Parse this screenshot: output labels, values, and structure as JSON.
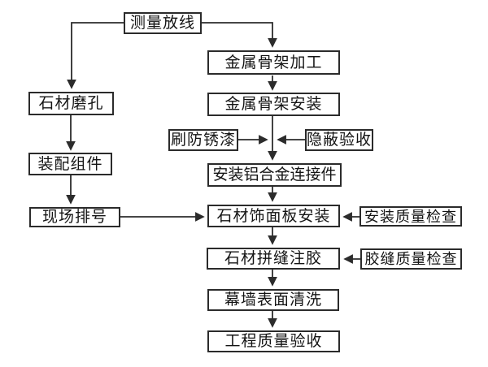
{
  "diagram": {
    "type": "flowchart",
    "background_color": "#ffffff",
    "line_color": "#2c2c2c",
    "node_fill": "#ffffff",
    "node_border_color": "#2b2b2b",
    "nodes": {
      "survey": "测量放线",
      "stone_drilling": "石材磨孔",
      "assemble_components": "装配组件",
      "site_numbering": "现场排号",
      "metal_frame_fabrication": "金属骨架加工",
      "metal_frame_installation": "金属骨架安装",
      "anti_rust_paint": "刷防锈漆",
      "concealed_acceptance": "隐蔽验收",
      "aluminum_connector_installation": "安装铝合金连接件",
      "stone_panel_installation": "石材饰面板安装",
      "installation_quality_check": "安装质量检查",
      "stone_joint_sealing": "石材拼缝注胶",
      "sealant_quality_check": "胶缝质量检查",
      "curtain_wall_cleaning": "幕墙表面清洗",
      "project_quality_acceptance": "工程质量验收"
    },
    "edges": [
      {
        "from": "survey",
        "to": "metal_frame_fabrication"
      },
      {
        "from": "survey",
        "to": "stone_drilling"
      },
      {
        "from": "stone_drilling",
        "to": "assemble_components"
      },
      {
        "from": "assemble_components",
        "to": "site_numbering"
      },
      {
        "from": "site_numbering",
        "to": "stone_panel_installation"
      },
      {
        "from": "metal_frame_fabrication",
        "to": "metal_frame_installation"
      },
      {
        "from": "metal_frame_installation",
        "to": "aluminum_connector_installation"
      },
      {
        "from": "anti_rust_paint",
        "to": "metal_frame_installation_to_connector_line"
      },
      {
        "from": "concealed_acceptance",
        "to": "metal_frame_installation_to_connector_line"
      },
      {
        "from": "aluminum_connector_installation",
        "to": "stone_panel_installation"
      },
      {
        "from": "installation_quality_check",
        "to": "stone_panel_installation"
      },
      {
        "from": "stone_panel_installation",
        "to": "stone_joint_sealing"
      },
      {
        "from": "sealant_quality_check",
        "to": "stone_joint_sealing"
      },
      {
        "from": "stone_joint_sealing",
        "to": "curtain_wall_cleaning"
      },
      {
        "from": "curtain_wall_cleaning",
        "to": "project_quality_acceptance"
      }
    ]
  }
}
